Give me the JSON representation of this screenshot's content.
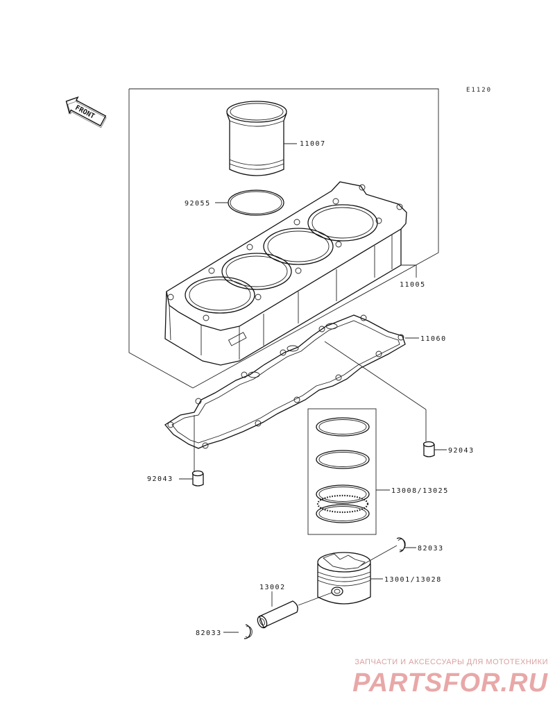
{
  "diagram": {
    "code": "E1120",
    "front_label": "FRONT",
    "parts": [
      {
        "id": "cylinder-liner",
        "label": "11007"
      },
      {
        "id": "o-ring",
        "label": "92055"
      },
      {
        "id": "cylinder-block",
        "label": "11005"
      },
      {
        "id": "base-gasket",
        "label": "11060"
      },
      {
        "id": "dowel-pin-right",
        "label": "92043"
      },
      {
        "id": "dowel-pin-left",
        "label": "92043"
      },
      {
        "id": "piston-ring-set",
        "label": "13008/13025"
      },
      {
        "id": "circlip-right",
        "label": "82033"
      },
      {
        "id": "piston",
        "label": "13001/13028"
      },
      {
        "id": "piston-pin",
        "label": "13002"
      },
      {
        "id": "circlip-left",
        "label": "82033"
      }
    ]
  },
  "watermark": {
    "subtitle": "ЗАПЧАСТИ И АКСЕССУАРЫ ДЛЯ МОТОТЕХНИКИ",
    "logo": "PARTSFOR.RU"
  }
}
